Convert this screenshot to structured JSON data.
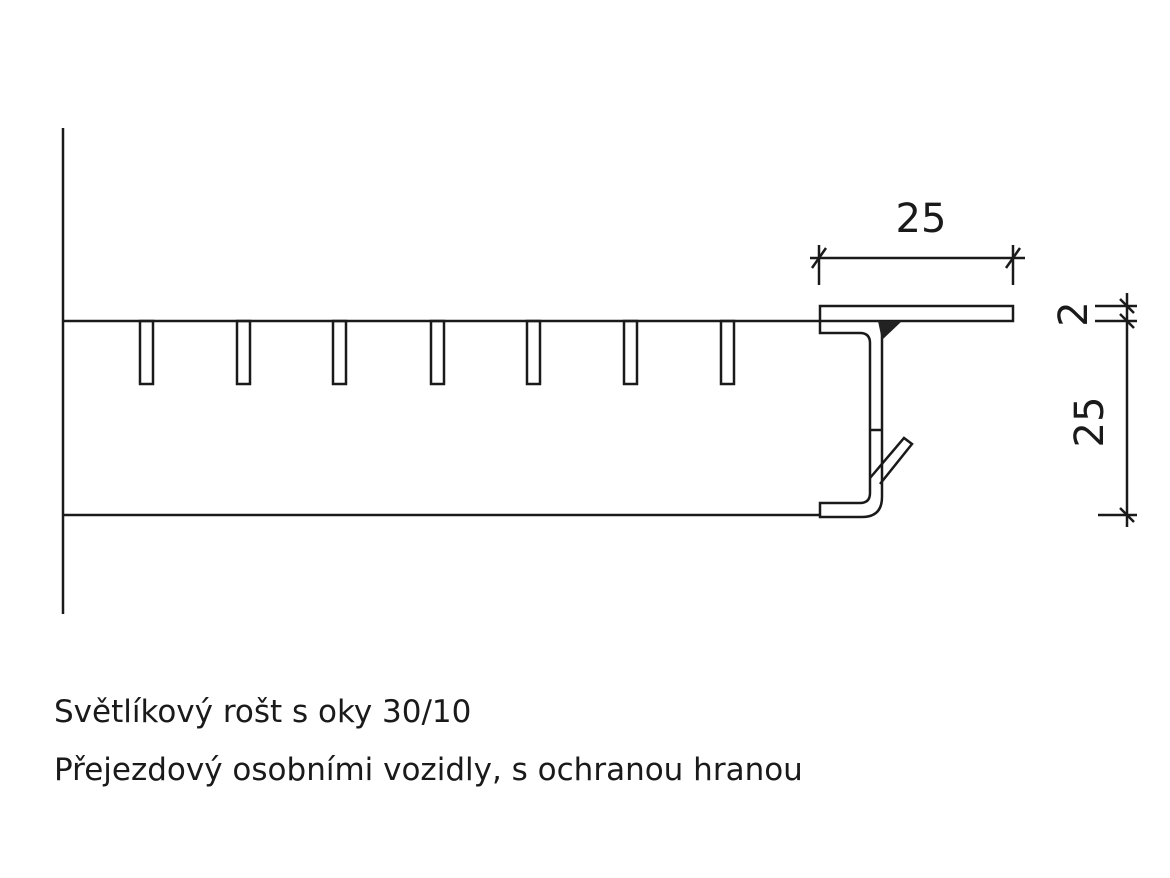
{
  "dimensions": {
    "top_width": "25",
    "plate_thickness": "2",
    "height": "25"
  },
  "caption": {
    "line1": "Světlíkový rošt s oky 30/10",
    "line2": "Přejezdový osobními vozidly, s ochranou hranou"
  },
  "colors": {
    "line": "#1a1a1a",
    "weld": "#222222"
  }
}
